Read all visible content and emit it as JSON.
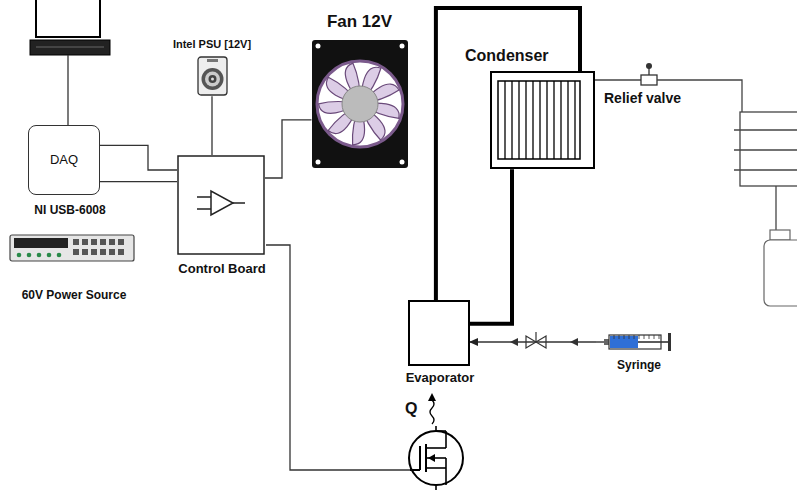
{
  "diagram": {
    "nodes": [
      {
        "text": [
          "Intel PSU [12V]"
        ]
      },
      {
        "text": [
          "Fan 12V"
        ]
      },
      {
        "text": [
          "Condenser"
        ]
      },
      {
        "text": [
          "DAQ",
          "NI USB-6008"
        ]
      },
      {
        "text": [
          "Control Board"
        ]
      },
      {
        "text": [
          "60V Power Source"
        ]
      },
      {
        "text": [
          "Evaporator"
        ]
      },
      {
        "text": [
          "Syringe"
        ]
      }
    ],
    "edges": [
      {
        "from": 0,
        "to": 4,
        "arrow": "none"
      },
      {
        "from": 1,
        "to": 4,
        "arrow": "none"
      },
      {
        "from": 3,
        "to": 4,
        "arrow": "none"
      },
      {
        "from": 3,
        "to": 4,
        "arrow": "none"
      },
      {
        "from": 6,
        "to": 2,
        "arrow": "none"
      },
      {
        "from": 6,
        "to": 2,
        "arrow": "none"
      },
      {
        "from": 7,
        "to": 6,
        "arrow": "to"
      }
    ],
    "labels": [
      "Relief valve",
      "Q"
    ]
  }
}
